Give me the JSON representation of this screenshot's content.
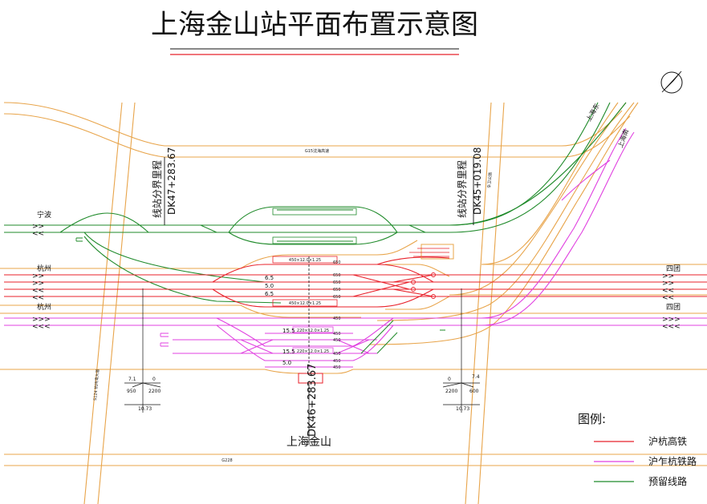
{
  "title": "上海金山站平面布置示意图",
  "colors": {
    "high_speed": "#e8202a",
    "conventional": "#e040e0",
    "reserved": "#1f8a2a",
    "road": "#e8a44a",
    "text": "#111111"
  },
  "roads": {
    "g15": "G15沈海高速",
    "g228": "G228",
    "s124": "S124 杭州湾大道",
    "xinwei": "辛卫公路"
  },
  "directions": {
    "ningbo": "宁波",
    "hangzhou_hs": "杭州",
    "hangzhou_conv": "杭州",
    "situan_hs": "四团",
    "situan_conv": "四团",
    "shanghai_east": "上海东",
    "shanghai_south": "上海南"
  },
  "chainages": {
    "left_boundary": "DK47+283.67",
    "left_boundary_caption": "线站分界里程",
    "right_boundary": "DK45+019.08",
    "right_boundary_caption": "线站分界里程",
    "station_center": "DK46+283.67"
  },
  "station_name": "上海金山",
  "track_spacings": {
    "hs_upper": "6.5",
    "hs_mid": "5.0",
    "hs_lower": "6.5",
    "conv_upper": "15.5",
    "conv_lower": "15.5",
    "conv_bottom": "5.0"
  },
  "platforms": {
    "hs_top": "450×12.0×1.25",
    "hs_bottom": "450×12.0×1.25",
    "conv_top": "220×12.0×1.25",
    "conv_bottom": "220×12.0×1.25"
  },
  "track_lengths": [
    "650",
    "650",
    "650",
    "650",
    "650",
    "450",
    "450",
    "450",
    "450",
    "450",
    "450"
  ],
  "gradients": {
    "left_grade": "7.1",
    "left_len_a": "950",
    "left_zero": "0",
    "left_len_b": "2200",
    "left_elev": "10.73",
    "right_zero": "0",
    "right_len_a": "2200",
    "right_grade": "7.4",
    "right_len_b": "600",
    "right_elev": "10.73"
  },
  "legend": {
    "title": "图例:",
    "items": [
      {
        "label": "沪杭高铁",
        "color": "#e8202a"
      },
      {
        "label": "沪乍杭铁路",
        "color": "#e040e0"
      },
      {
        "label": "预留线路",
        "color": "#1f8a2a"
      }
    ]
  }
}
